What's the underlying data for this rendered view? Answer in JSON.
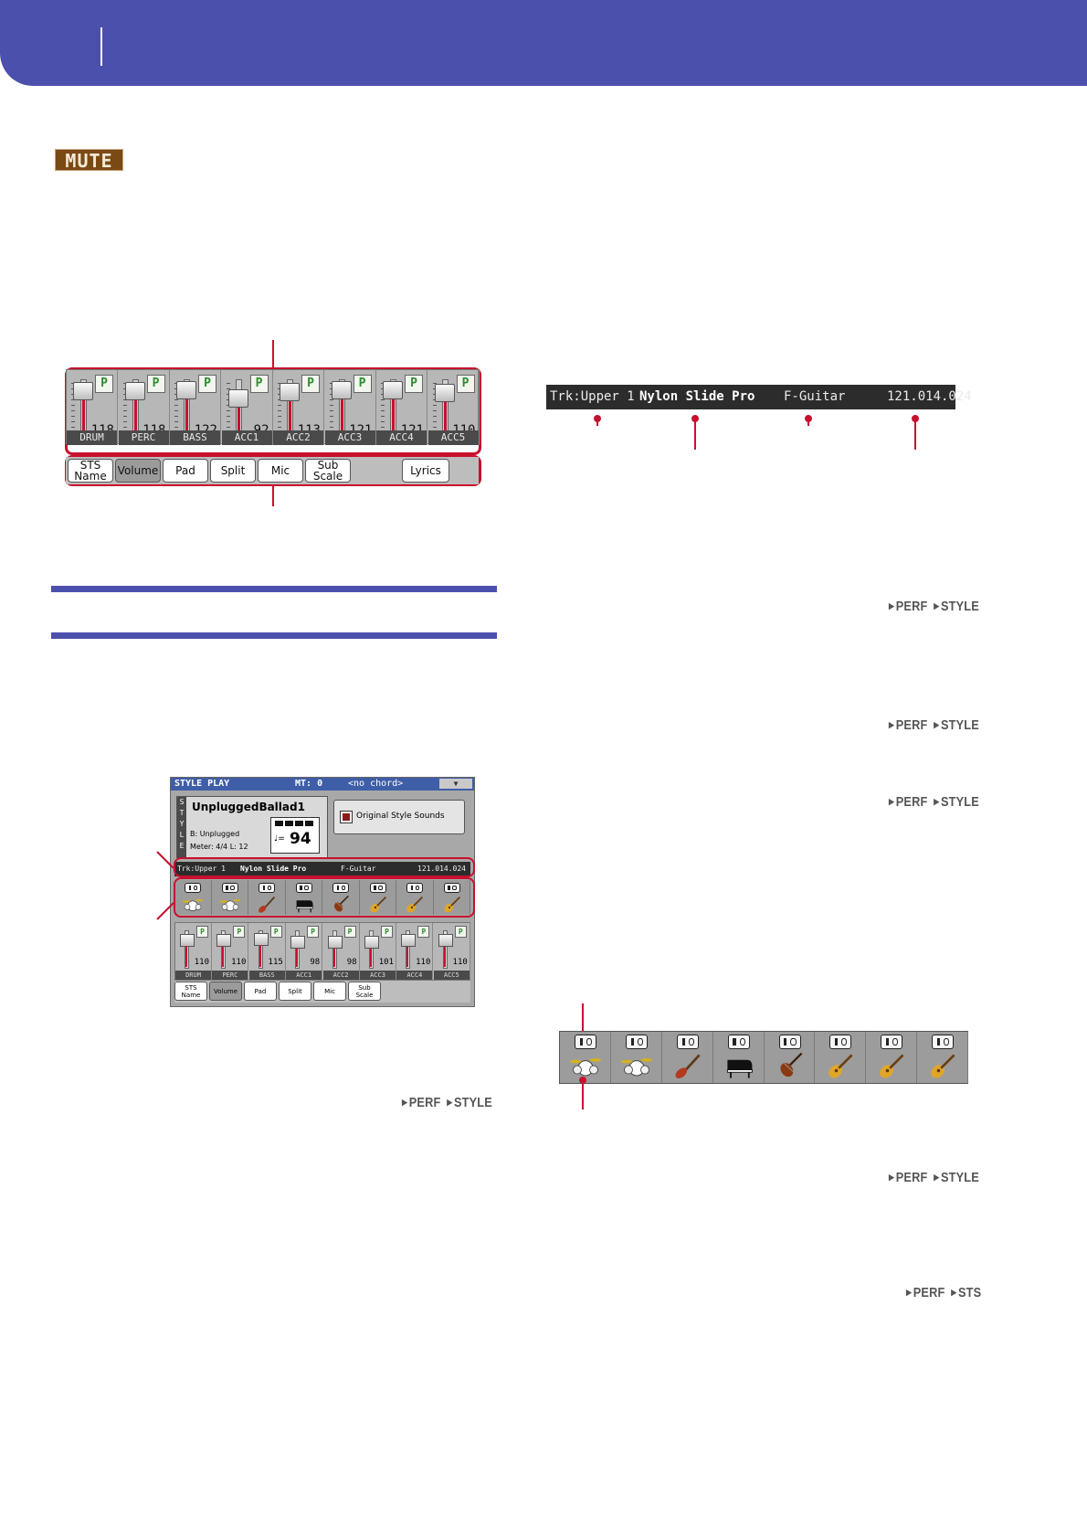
{
  "mute_label": "MUTE",
  "mixer": {
    "channels": [
      {
        "name": "DRUM",
        "value": "118",
        "p": "P"
      },
      {
        "name": "PERC",
        "value": "118",
        "p": "P"
      },
      {
        "name": "BASS",
        "value": "122",
        "p": "P"
      },
      {
        "name": "ACC1",
        "value": "92",
        "p": "P"
      },
      {
        "name": "ACC2",
        "value": "113",
        "p": "P"
      },
      {
        "name": "ACC3",
        "value": "121",
        "p": "P"
      },
      {
        "name": "ACC4",
        "value": "121",
        "p": "P"
      },
      {
        "name": "ACC5",
        "value": "110",
        "p": "P"
      }
    ],
    "tabs": [
      {
        "label": "STS\nName",
        "selected": false
      },
      {
        "label": "Volume",
        "selected": true
      },
      {
        "label": "Pad",
        "selected": false
      },
      {
        "label": "Split",
        "selected": false
      },
      {
        "label": "Mic",
        "selected": false
      },
      {
        "label": "Sub\nScale",
        "selected": false
      },
      {
        "label": "Lyrics",
        "selected": false
      }
    ]
  },
  "track_info": {
    "track": "Trk:Upper 1",
    "sound": "Nylon Slide Pro",
    "family": "F-Guitar",
    "position": "121.014.024"
  },
  "style_play": {
    "title": "STYLE PLAY",
    "mt": "MT: 0",
    "chord": "<no chord>",
    "side_label": [
      "S",
      "T",
      "Y",
      "L",
      "E"
    ],
    "style_name": "UnpluggedBallad1",
    "bank": "B: Unplugged",
    "meter": "Meter: 4/4   L: 12",
    "tempo_symbol": "♩=",
    "tempo": "94",
    "original_sounds": "Original Style Sounds",
    "track": "Trk:Upper 1",
    "sound": "Nylon Slide Pro",
    "family": "F-Guitar",
    "position": "121.014.024",
    "channels": [
      {
        "name": "DRUM",
        "value": "110",
        "p": "P"
      },
      {
        "name": "PERC",
        "value": "110",
        "p": "P"
      },
      {
        "name": "BASS",
        "value": "115",
        "p": "P"
      },
      {
        "name": "ACC1",
        "value": "98",
        "p": "P"
      },
      {
        "name": "ACC2",
        "value": "98",
        "p": "P"
      },
      {
        "name": "ACC3",
        "value": "101",
        "p": "P"
      },
      {
        "name": "ACC4",
        "value": "110",
        "p": "P"
      },
      {
        "name": "ACC5",
        "value": "110",
        "p": "P"
      }
    ],
    "tabs": [
      {
        "label": "STS\nName",
        "selected": false
      },
      {
        "label": "Volume",
        "selected": true
      },
      {
        "label": "Pad",
        "selected": false
      },
      {
        "label": "Split",
        "selected": false
      },
      {
        "label": "Mic",
        "selected": false
      },
      {
        "label": "Sub\nScale",
        "selected": false
      }
    ]
  },
  "instrument_icons": [
    "drum-kit-icon",
    "drum-kit-icon",
    "electric-bass-icon",
    "grand-piano-icon",
    "violin-icon",
    "acoustic-guitar-icon",
    "acoustic-guitar-icon",
    "acoustic-guitar-icon"
  ],
  "nav_refs": [
    {
      "a": "PERF",
      "b": "STYLE"
    },
    {
      "a": "PERF",
      "b": "STYLE"
    },
    {
      "a": "PERF",
      "b": "STYLE"
    },
    {
      "a": "PERF",
      "b": "STYLE"
    },
    {
      "a": "PERF",
      "b": "STYLE"
    },
    {
      "a": "PERF",
      "b": "STS"
    }
  ],
  "colors": {
    "header": "#4b50ad",
    "callout": "#c8102e"
  }
}
